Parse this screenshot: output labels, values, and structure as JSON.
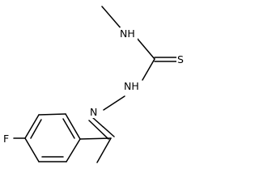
{
  "molecule": {
    "atoms": {
      "nh_label": "NH",
      "s_label": "S",
      "nh_hydrazine_label": "NH",
      "n_imine_label": "N",
      "f_label": "F"
    },
    "colors": {
      "bond": "#000000",
      "label": "#000000",
      "background": "#ffffff"
    }
  }
}
